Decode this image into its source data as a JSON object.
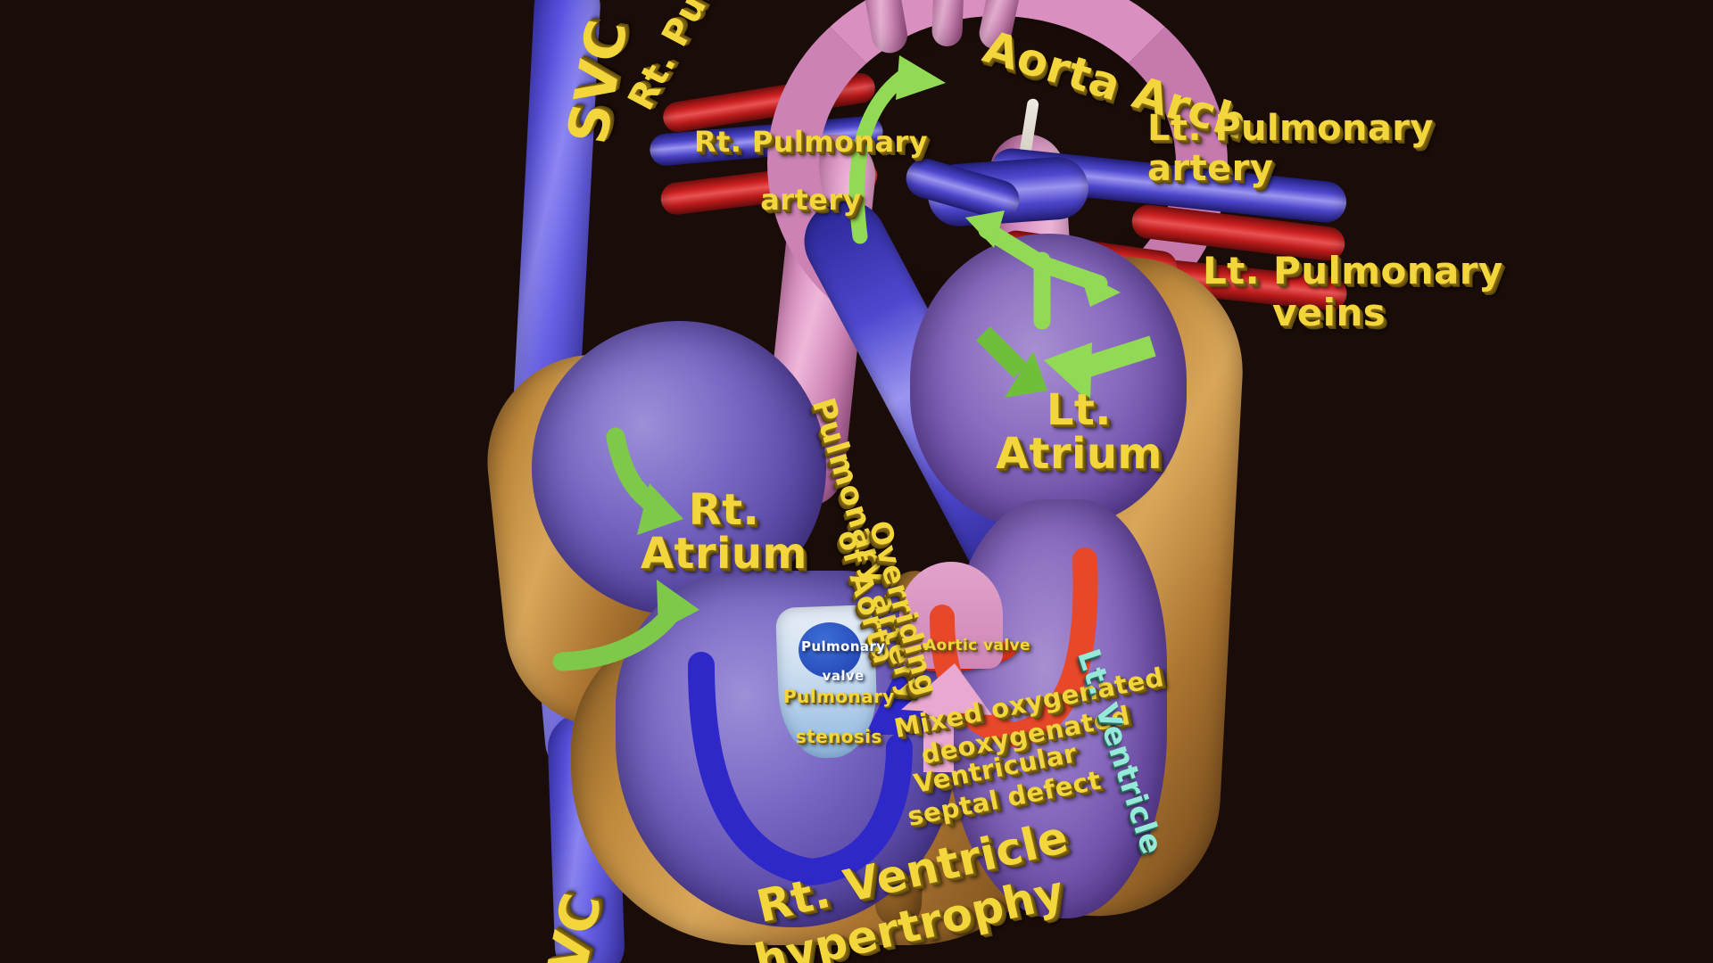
{
  "illustration": {
    "subject": "Tetralogy of Fallot heart anatomy",
    "background_color": "#1a0c09",
    "label_color": "#f2d63c",
    "accent_colors": {
      "deoxygenated_blue": "#2f28c8",
      "oxygenated_green": "#92d955",
      "mixed_pink": "#e8a8d0",
      "aorta_red": "#e8482a",
      "vein_red": "#cf2020",
      "artery_blue": "#4f48cf",
      "myocardium_tan": "#c08a3d",
      "chamber_purple": "#7a69c4"
    }
  },
  "labels": {
    "svc": "SVC",
    "ivc": "IVC",
    "rt_pulmonary_veins": "Rt. Pulmonary veins",
    "rt_pulmonary_artery_l1": "Rt. Pulmonary",
    "rt_pulmonary_artery_l2": "artery",
    "aorta_arch": "Aorta Arch",
    "lt_pulmonary_artery_l1": "Lt. Pulmonary",
    "lt_pulmonary_artery_l2": "artery",
    "lt_pulmonary_veins_l1": "Lt. Pulmonary",
    "lt_pulmonary_veins_l2": "veins",
    "lt_atrium": "Lt.\nAtrium",
    "rt_atrium": "Rt.\nAtrium",
    "pulmonary_artery": "Pulmonary artery",
    "overriding_of_aorta_l1": "Overriding",
    "overriding_of_aorta_l2": "of Aorta",
    "pulmonary_valve_l1": "Pulmonary",
    "pulmonary_valve_l2": "valve",
    "pulmonary_stenosis_l1": "Pulmonary",
    "pulmonary_stenosis_l2": "stenosis",
    "aortic_valve": "Aortic valve",
    "mixed_blood_l1": "Mixed oxygenated",
    "mixed_blood_l2": "deoxygenated",
    "vsd_l1": "Ventricular",
    "vsd_l2": "septal defect",
    "lt_ventricle": "Lt. Ventricle",
    "rt_ventricle_l1": "Rt. Ventricle",
    "rt_ventricle_l2": "hypertrophy"
  },
  "flow_arrows": [
    {
      "name": "aorta-arch-flow",
      "color": "#92d955",
      "meaning": "oxygenated flow up aorta arch"
    },
    {
      "name": "pulmonary-trunk-branch",
      "color": "#92d955",
      "meaning": "flow into left and right pulmonary arteries"
    },
    {
      "name": "lt-atrium-inflow-1",
      "color": "#92d955",
      "meaning": "pulmonary venous return into left atrium"
    },
    {
      "name": "lt-atrium-inflow-2",
      "color": "#92d955",
      "meaning": "pulmonary venous return into left atrium"
    },
    {
      "name": "rt-atrium-inflow-svc",
      "color": "#92d955",
      "meaning": "systemic venous return from SVC"
    },
    {
      "name": "rt-atrium-inflow-ivc",
      "color": "#92d955",
      "meaning": "systemic venous return from IVC"
    },
    {
      "name": "rt-ventricle-outflow",
      "color": "#2f28c8",
      "meaning": "deoxygenated blood from right ventricle"
    },
    {
      "name": "lt-ventricle-outflow",
      "color": "#e8482a",
      "meaning": "oxygenated blood from left ventricle"
    },
    {
      "name": "vsd-shunt",
      "color": "#e8a8d0",
      "meaning": "mixed blood crossing the ventricular septal defect"
    }
  ]
}
